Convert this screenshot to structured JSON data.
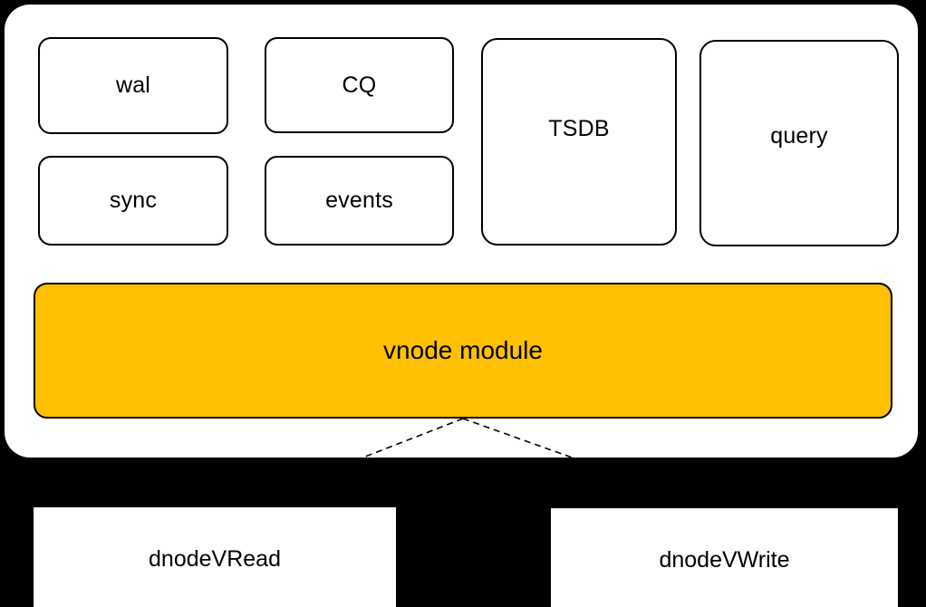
{
  "diagram": {
    "title": "vnode module architecture",
    "colors": {
      "background": "#000000",
      "panel": "#ffffff",
      "accent_yellow": "#FFC000",
      "stroke": "#000000",
      "text": "#000000"
    },
    "container": {
      "name": "vnode-container"
    },
    "modules": [
      {
        "id": "wal",
        "label": "wal"
      },
      {
        "id": "cq",
        "label": "CQ"
      },
      {
        "id": "tsdb",
        "label": "TSDB"
      },
      {
        "id": "query",
        "label": "query"
      },
      {
        "id": "sync",
        "label": "sync"
      },
      {
        "id": "events",
        "label": "events"
      }
    ],
    "core": {
      "id": "vnode-module",
      "label": "vnode module"
    },
    "consumers": [
      {
        "id": "dnode-vread",
        "label": "dnodeVRead"
      },
      {
        "id": "dnode-vwrite",
        "label": "dnodeVWrite"
      }
    ],
    "connectors": [
      {
        "id": "vnode-to-dnode-vread",
        "style": "dashed",
        "from": "vnode-module",
        "to": "dnode-vread"
      },
      {
        "id": "vnode-to-dnode-vwrite",
        "style": "dashed",
        "from": "vnode-module",
        "to": "dnode-vwrite"
      }
    ]
  }
}
